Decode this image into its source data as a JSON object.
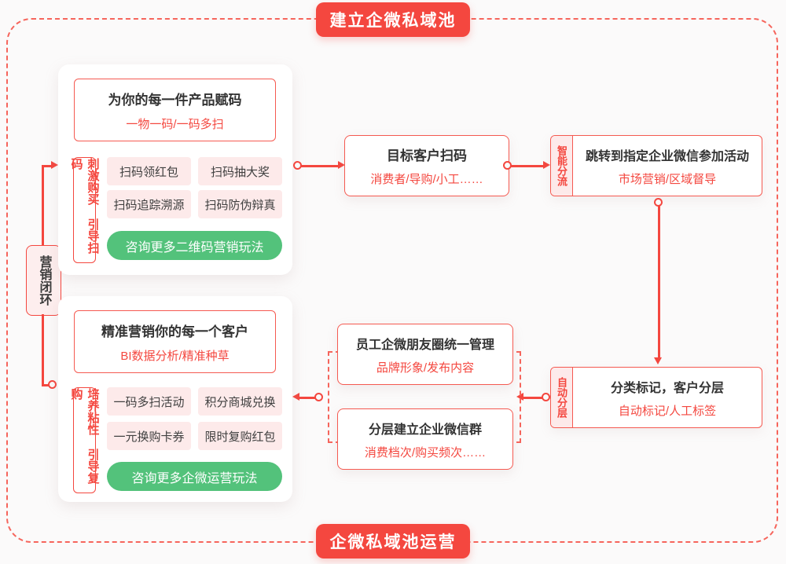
{
  "colors": {
    "red": "#f4473f",
    "pink": "#fdeaea",
    "green": "#53c27b",
    "dark": "#333333"
  },
  "badges": {
    "top": "建立企微私域池",
    "bottom": "企微私域池运营"
  },
  "loop_label": "营销闭环",
  "qr_card": {
    "header": {
      "title": "为你的每一件产品赋码",
      "subtitle": "一物一码/一码多扫"
    },
    "side_label": "刺激购买 引导扫码",
    "tactics": [
      "扫码领红包",
      "扫码抽大奖",
      "扫码追踪溯源",
      "扫码防伪辩真"
    ],
    "cta": "咨询更多二维码营销玩法"
  },
  "scan_box": {
    "title": "目标客户扫码",
    "subtitle": "消费者/导购/小工……"
  },
  "route_box": {
    "side_label": "智能分流",
    "title": "跳转到指定企业微信参加活动",
    "subtitle": "市场营销/区域督导"
  },
  "layer_box": {
    "side_label": "自动分层",
    "title": "分类标记，客户分层",
    "subtitle": "自动标记/人工标签"
  },
  "group_boxes": [
    {
      "title": "员工企微朋友圈统一管理",
      "subtitle": "品牌形象/发布内容"
    },
    {
      "title": "分层建立企业微信群",
      "subtitle": "消费档次/购买频次……"
    }
  ],
  "ops_card": {
    "header": {
      "title": "精准营销你的每一个客户",
      "subtitle": "BI数据分析/精准种草"
    },
    "side_label": "培养粘性 引导复购",
    "tactics": [
      "一码多扫活动",
      "积分商城兑换",
      "一元换购卡券",
      "限时复购红包"
    ],
    "cta": "咨询更多企微运营玩法"
  }
}
